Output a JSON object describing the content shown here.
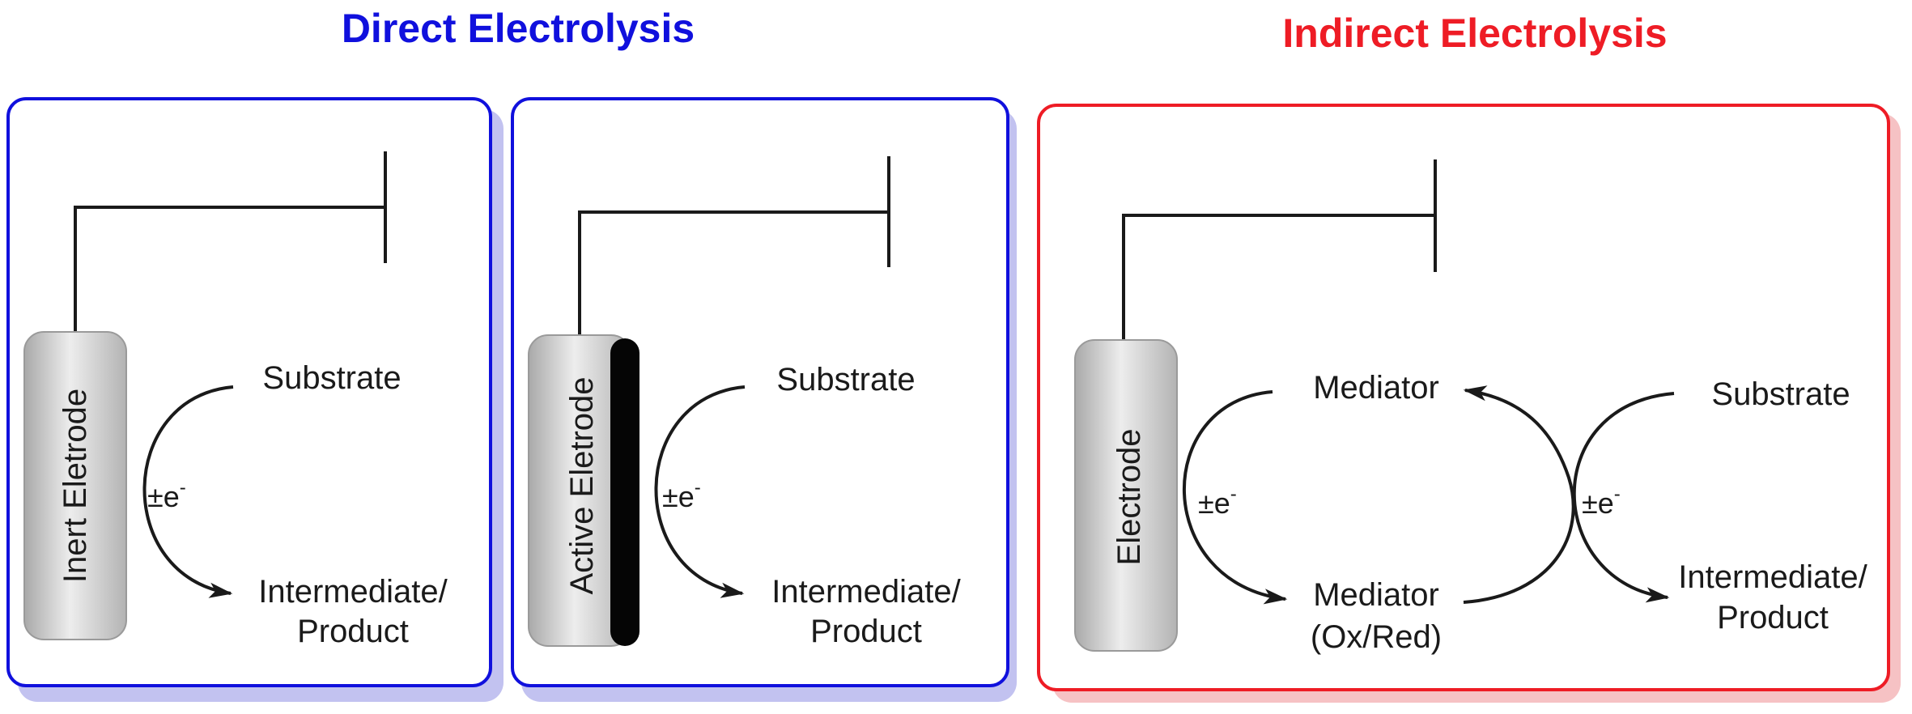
{
  "colors": {
    "direct": "#1010dd",
    "indirect": "#ee1c25",
    "direct_shadow": "#c2c2f0",
    "indirect_shadow": "#f6c2c4",
    "electrode_gray": "#d4d4d4",
    "ink": "#1a1a1a"
  },
  "headers": {
    "direct": "Direct Electrolysis",
    "indirect": "Indirect Electrolysis"
  },
  "panel1": {
    "electrode": "Inert Eletrode",
    "substrate": "Substrate",
    "electron": "±e",
    "electron_sup": "-",
    "product_line1": "Intermediate/",
    "product_line2": "Product"
  },
  "panel2": {
    "electrode": "Active Eletrode",
    "substrate": "Substrate",
    "electron": "±e",
    "electron_sup": "-",
    "product_line1": "Intermediate/",
    "product_line2": "Product"
  },
  "panel3": {
    "electrode": "Electrode",
    "mediator_top": "Mediator",
    "mediator_bottom_line1": "Mediator",
    "mediator_bottom_line2": "(Ox/Red)",
    "substrate": "Substrate",
    "electron_left": "±e",
    "electron_right": "±e",
    "electron_sup": "-",
    "product_line1": "Intermediate/",
    "product_line2": "Product"
  }
}
